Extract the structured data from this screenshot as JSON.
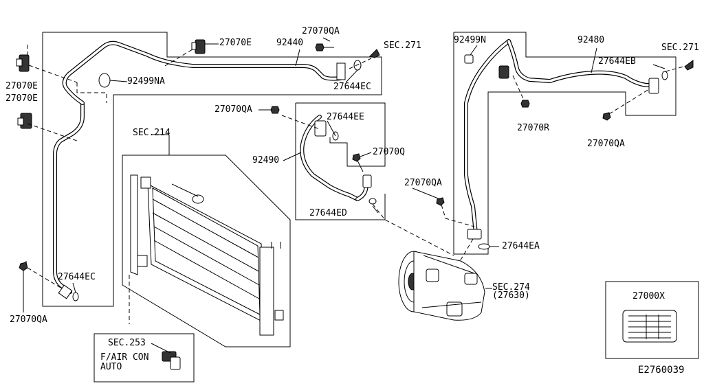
{
  "labels": {
    "p27070E_top": "27070E",
    "p92440": "92440",
    "p27070QA_top": "27070QA",
    "sec271_left": "SEC.271",
    "p92499NA": "92499NA",
    "p27644EC_top": "27644EC",
    "p27070E_left1": "27070E",
    "p27070E_left2": "27070E",
    "p27070QA_mid": "27070QA",
    "p27644EE": "27644EE",
    "sec214": "SEC.214",
    "p92490": "92490",
    "p27070Q": "27070Q",
    "p27644ED": "27644ED",
    "p27070QA_comp": "27070QA",
    "p27644EA": "27644EA",
    "p92499N": "92499N",
    "p92480": "92480",
    "sec271_right": "SEC.271",
    "p27644EB": "27644EB",
    "p27070R": "27070R",
    "p27070QA_right": "27070QA",
    "p27644EC_bottom": "27644EC",
    "p27070QA_bottom": "27070QA",
    "sec274": "SEC.274",
    "p27630": "(27630)",
    "sec253": "SEC.253",
    "fair_con": "F/AIR CON",
    "auto": "AUTO",
    "p27000X": "27000X",
    "diagram_id": "E2760039"
  },
  "icons": [
    "clip-icon",
    "bolt-icon",
    "o-ring-icon",
    "compressor-icon",
    "condenser-icon",
    "sensor-icon",
    "label-plate-icon",
    "arrow-icon"
  ]
}
